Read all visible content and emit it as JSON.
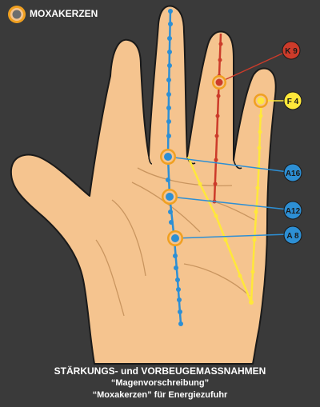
{
  "legend": {
    "label": "MOXAKERZEN"
  },
  "points": {
    "k9": "K 9",
    "f4": "F 4",
    "a16": "A16",
    "a12": "A12",
    "a8": "A 8"
  },
  "caption": {
    "line1": "STÄRKUNGS- und VORBEUGEMASSNAHMEN",
    "line2": "“Magenvorschreibung”",
    "line3": "“Moxakerzen” für Energiezufuhr"
  },
  "colors": {
    "background": "#3a3a3a",
    "skin": "#f5c48f",
    "skin_outline": "#1a1a1a",
    "stomach_meridian": "#2d8fd4",
    "kidney_meridian": "#cc3b2a",
    "liver_meridian": "#ffe83a",
    "moxa_ring": "#f0a020"
  }
}
